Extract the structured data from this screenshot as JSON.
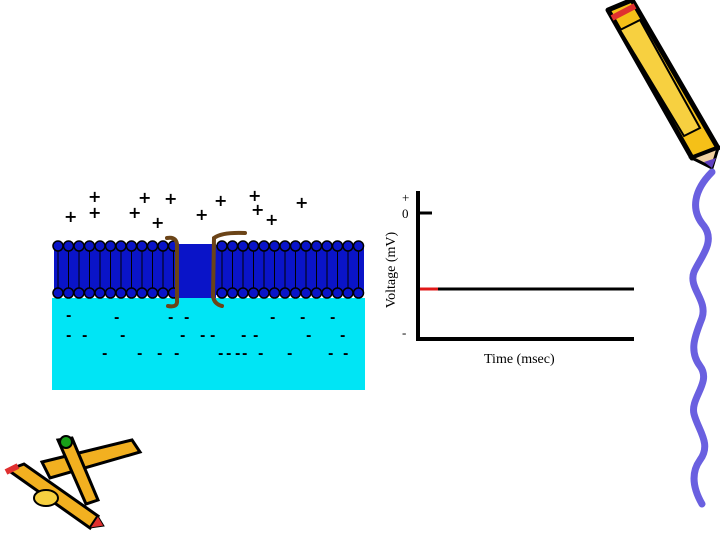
{
  "diagram": {
    "outside_charges": [
      "+",
      "+",
      "+",
      "+",
      "+",
      "+",
      "+",
      "+",
      "+",
      "+",
      "+",
      "+",
      "+"
    ],
    "inside_charges": [
      "-",
      "-",
      "-",
      "-",
      "-",
      "-",
      "-",
      "-",
      "-",
      "-",
      "-",
      "-",
      "-",
      "-",
      "-",
      "-",
      "-",
      "-",
      "-",
      "-",
      "-",
      "-",
      "-",
      "-",
      "-",
      "-",
      "-",
      "-",
      "-"
    ]
  },
  "graph": {
    "y_axis_label": "Voltage (mV)",
    "x_axis_label": "Time (msec)",
    "tick_plus": "+",
    "tick_zero": "0",
    "tick_minus": "-"
  },
  "colors": {
    "membrane": "#0a14c8",
    "cytoplasm": "#00e5f5",
    "channel": "#6b4418",
    "trace": "#000000",
    "trace_marker": "#e01818"
  }
}
